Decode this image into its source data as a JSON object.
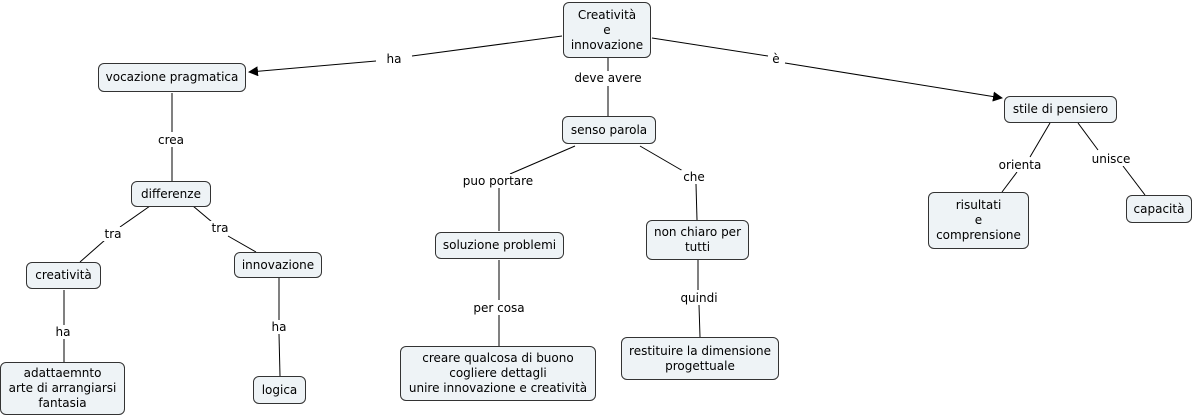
{
  "nodes": {
    "root": [
      "Creatività",
      "e",
      "innovazione"
    ],
    "vocazione": [
      "vocazione pragmatica"
    ],
    "senso": [
      "senso parola"
    ],
    "stile": [
      "stile di pensiero"
    ],
    "differenze": [
      "differenze"
    ],
    "creativita": [
      "creatività"
    ],
    "innovazione": [
      "innovazione"
    ],
    "adatta": [
      "adattaemnto",
      "arte di arrangiarsi",
      "fantasia"
    ],
    "logica": [
      "logica"
    ],
    "soluzione": [
      "soluzione problemi"
    ],
    "creare": [
      "creare qualcosa di buono",
      "cogliere dettagli",
      "unire innovazione e creatività"
    ],
    "nonchiaro": [
      "non chiaro per",
      "tutti"
    ],
    "restituire": [
      "restituire la dimensione",
      "progettuale"
    ],
    "risultati": [
      "risultati",
      "e",
      "comprensione"
    ],
    "capacita": [
      "capacità"
    ]
  },
  "links": {
    "ha_root": "ha",
    "deve_avere": "deve avere",
    "e_root": "è",
    "crea": "crea",
    "tra_left": "tra",
    "tra_right": "tra",
    "ha_creativita": "ha",
    "ha_innovazione": "ha",
    "puo_portare": "puo portare",
    "che": "che",
    "per_cosa": "per cosa",
    "quindi": "quindi",
    "orienta": "orienta",
    "unisce": "unisce"
  }
}
